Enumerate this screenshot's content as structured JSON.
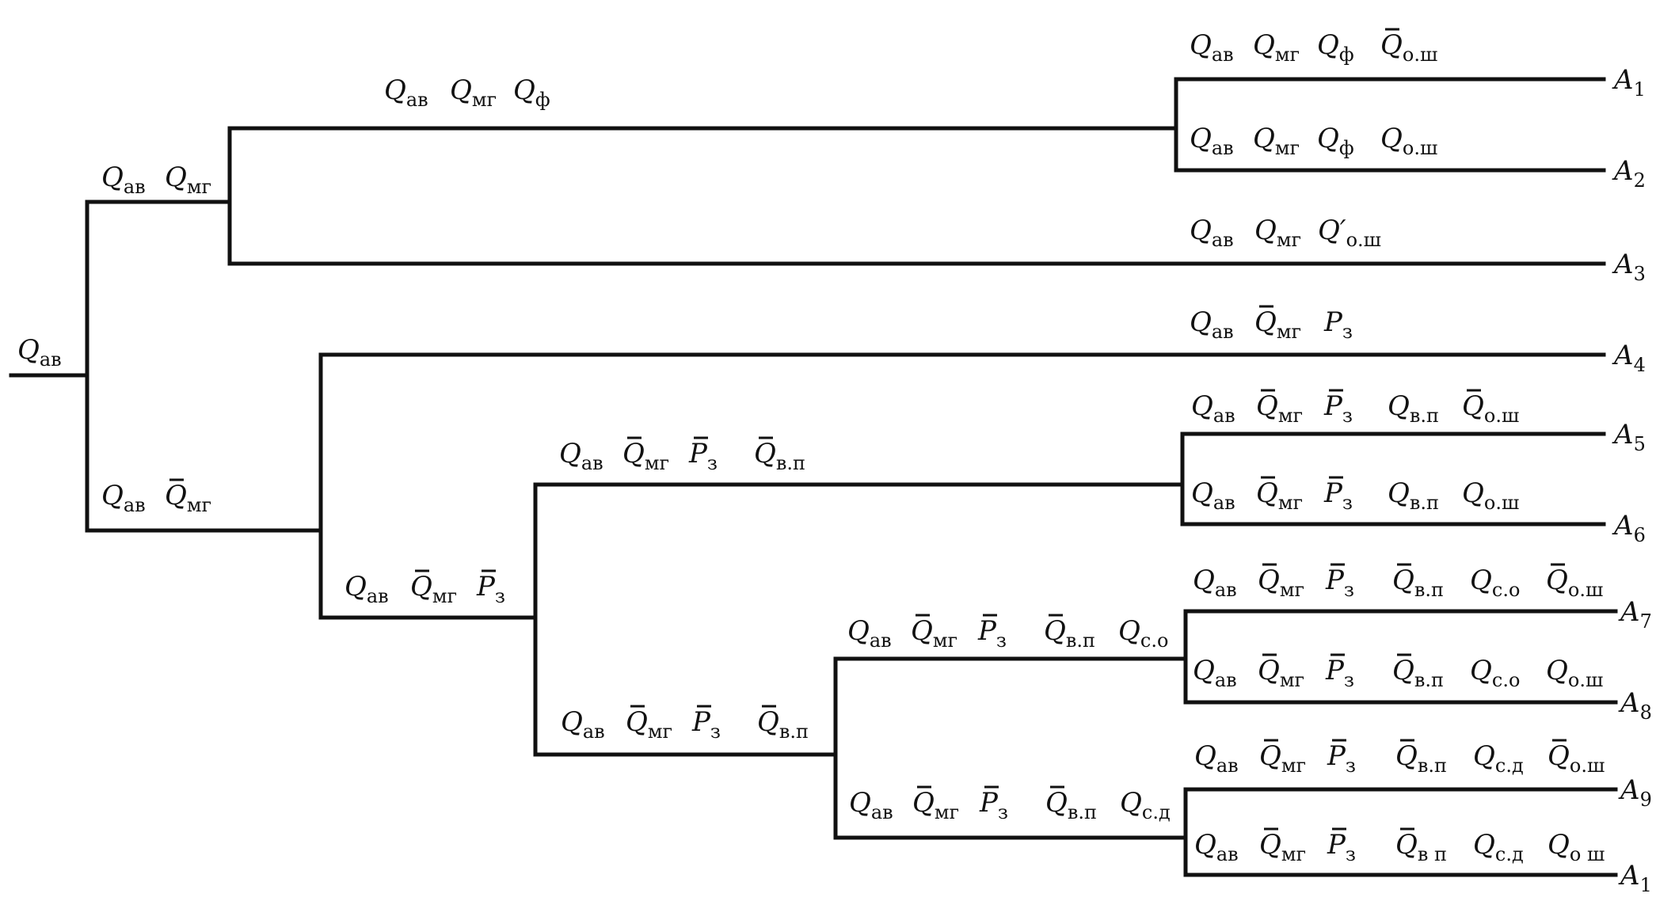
{
  "diagram": {
    "nodes": [
      {
        "id": "root",
        "label": [
          [
            "Q",
            "ав",
            false
          ]
        ]
      },
      {
        "id": "n1",
        "label": [
          [
            "Q",
            "ав",
            false
          ],
          [
            "Q",
            "мг",
            false
          ]
        ]
      },
      {
        "id": "n2",
        "label": [
          [
            "Q",
            "ав",
            false
          ],
          [
            "Q",
            "мг",
            true
          ]
        ]
      },
      {
        "id": "n3",
        "label": [
          [
            "Q",
            "ав",
            false
          ],
          [
            "Q",
            "мг",
            false
          ],
          [
            "Q",
            "ф",
            false
          ]
        ]
      },
      {
        "id": "n4",
        "label": [
          [
            "Q",
            "ав",
            false
          ],
          [
            "Q",
            "мг",
            true
          ],
          [
            "P",
            "з",
            true
          ]
        ]
      },
      {
        "id": "n5",
        "label": [
          [
            "Q",
            "ав",
            false
          ],
          [
            "Q",
            "мг",
            true
          ],
          [
            "P",
            "з",
            true
          ],
          [
            "Q",
            "в.п",
            true
          ]
        ]
      },
      {
        "id": "n6",
        "label": [
          [
            "Q",
            "ав",
            false
          ],
          [
            "Q",
            "мг",
            true
          ],
          [
            "P",
            "з",
            true
          ],
          [
            "Q",
            "в.п",
            true
          ]
        ]
      },
      {
        "id": "n7",
        "label": [
          [
            "Q",
            "ав",
            false
          ],
          [
            "Q",
            "мг",
            true
          ],
          [
            "P",
            "з",
            true
          ],
          [
            "Q",
            "в.п",
            true
          ],
          [
            "Q",
            "с.о",
            false
          ]
        ]
      },
      {
        "id": "n8",
        "label": [
          [
            "Q",
            "ав",
            false
          ],
          [
            "Q",
            "мг",
            true
          ],
          [
            "P",
            "з",
            true
          ],
          [
            "Q",
            "в.п",
            true
          ],
          [
            "Q",
            "с.д",
            false
          ]
        ]
      }
    ],
    "leaves": [
      {
        "id": "A1",
        "name": "A",
        "index": "1",
        "label": [
          [
            "Q",
            "ав",
            false
          ],
          [
            "Q",
            "мг",
            false
          ],
          [
            "Q",
            "ф",
            false
          ],
          [
            "Q",
            "о.ш",
            true
          ]
        ]
      },
      {
        "id": "A2",
        "name": "A",
        "index": "2",
        "label": [
          [
            "Q",
            "ав",
            false
          ],
          [
            "Q",
            "мг",
            false
          ],
          [
            "Q",
            "ф",
            false
          ],
          [
            "Q",
            "о.ш",
            false
          ]
        ]
      },
      {
        "id": "A3",
        "name": "A",
        "index": "3",
        "label": [
          [
            "Q′",
            "о.ш",
            false
          ],
          [
            "Q",
            "ав",
            false
          ],
          [
            "Q",
            "мг",
            false
          ]
        ]
      },
      {
        "id": "A4",
        "name": "A",
        "index": "4",
        "label": [
          [
            "Q",
            "ав",
            false
          ],
          [
            "Q",
            "мг",
            true
          ],
          [
            "P",
            "з",
            false
          ]
        ]
      },
      {
        "id": "A5",
        "name": "A",
        "index": "5",
        "label": [
          [
            "Q",
            "ав",
            false
          ],
          [
            "Q",
            "мг",
            true
          ],
          [
            "P",
            "з",
            true
          ],
          [
            "Q",
            "в.п",
            false
          ],
          [
            "Q",
            "о.ш",
            true
          ]
        ]
      },
      {
        "id": "A6",
        "name": "A",
        "index": "6",
        "label": [
          [
            "Q",
            "ав",
            false
          ],
          [
            "Q",
            "мг",
            true
          ],
          [
            "P",
            "з",
            true
          ],
          [
            "Q",
            "в.п",
            false
          ],
          [
            "Q",
            "о.ш",
            false
          ]
        ]
      },
      {
        "id": "A7",
        "name": "A",
        "index": "7",
        "label": [
          [
            "Q",
            "ав",
            false
          ],
          [
            "Q",
            "мг",
            true
          ],
          [
            "P",
            "з",
            true
          ],
          [
            "Q",
            "в.п",
            true
          ],
          [
            "Q",
            "с.о",
            false
          ],
          [
            "Q",
            "о.ш",
            true
          ]
        ]
      },
      {
        "id": "A8",
        "name": "A",
        "index": "8",
        "label": [
          [
            "Q",
            "ав",
            false
          ],
          [
            "Q",
            "мг",
            true
          ],
          [
            "P",
            "з",
            true
          ],
          [
            "Q",
            "в.п",
            true
          ],
          [
            "Q",
            "с.о",
            false
          ],
          [
            "Q",
            "о.ш",
            false
          ]
        ]
      },
      {
        "id": "A9",
        "name": "A",
        "index": "9",
        "label": [
          [
            "Q",
            "ав",
            false
          ],
          [
            "Q",
            "мг",
            true
          ],
          [
            "P",
            "з",
            true
          ],
          [
            "Q",
            "в.п",
            true
          ],
          [
            "Q",
            "с.д",
            false
          ],
          [
            "Q",
            "о.ш",
            true
          ]
        ]
      },
      {
        "id": "A10",
        "name": "A",
        "index": "1",
        "label": [
          [
            "Q",
            "ав",
            false
          ],
          [
            "Q",
            "мг",
            true
          ],
          [
            "P",
            "з",
            true
          ],
          [
            "Q",
            "в п",
            true
          ],
          [
            "Q",
            "с.д",
            false
          ],
          [
            "Q",
            "о ш",
            false
          ]
        ]
      }
    ]
  }
}
